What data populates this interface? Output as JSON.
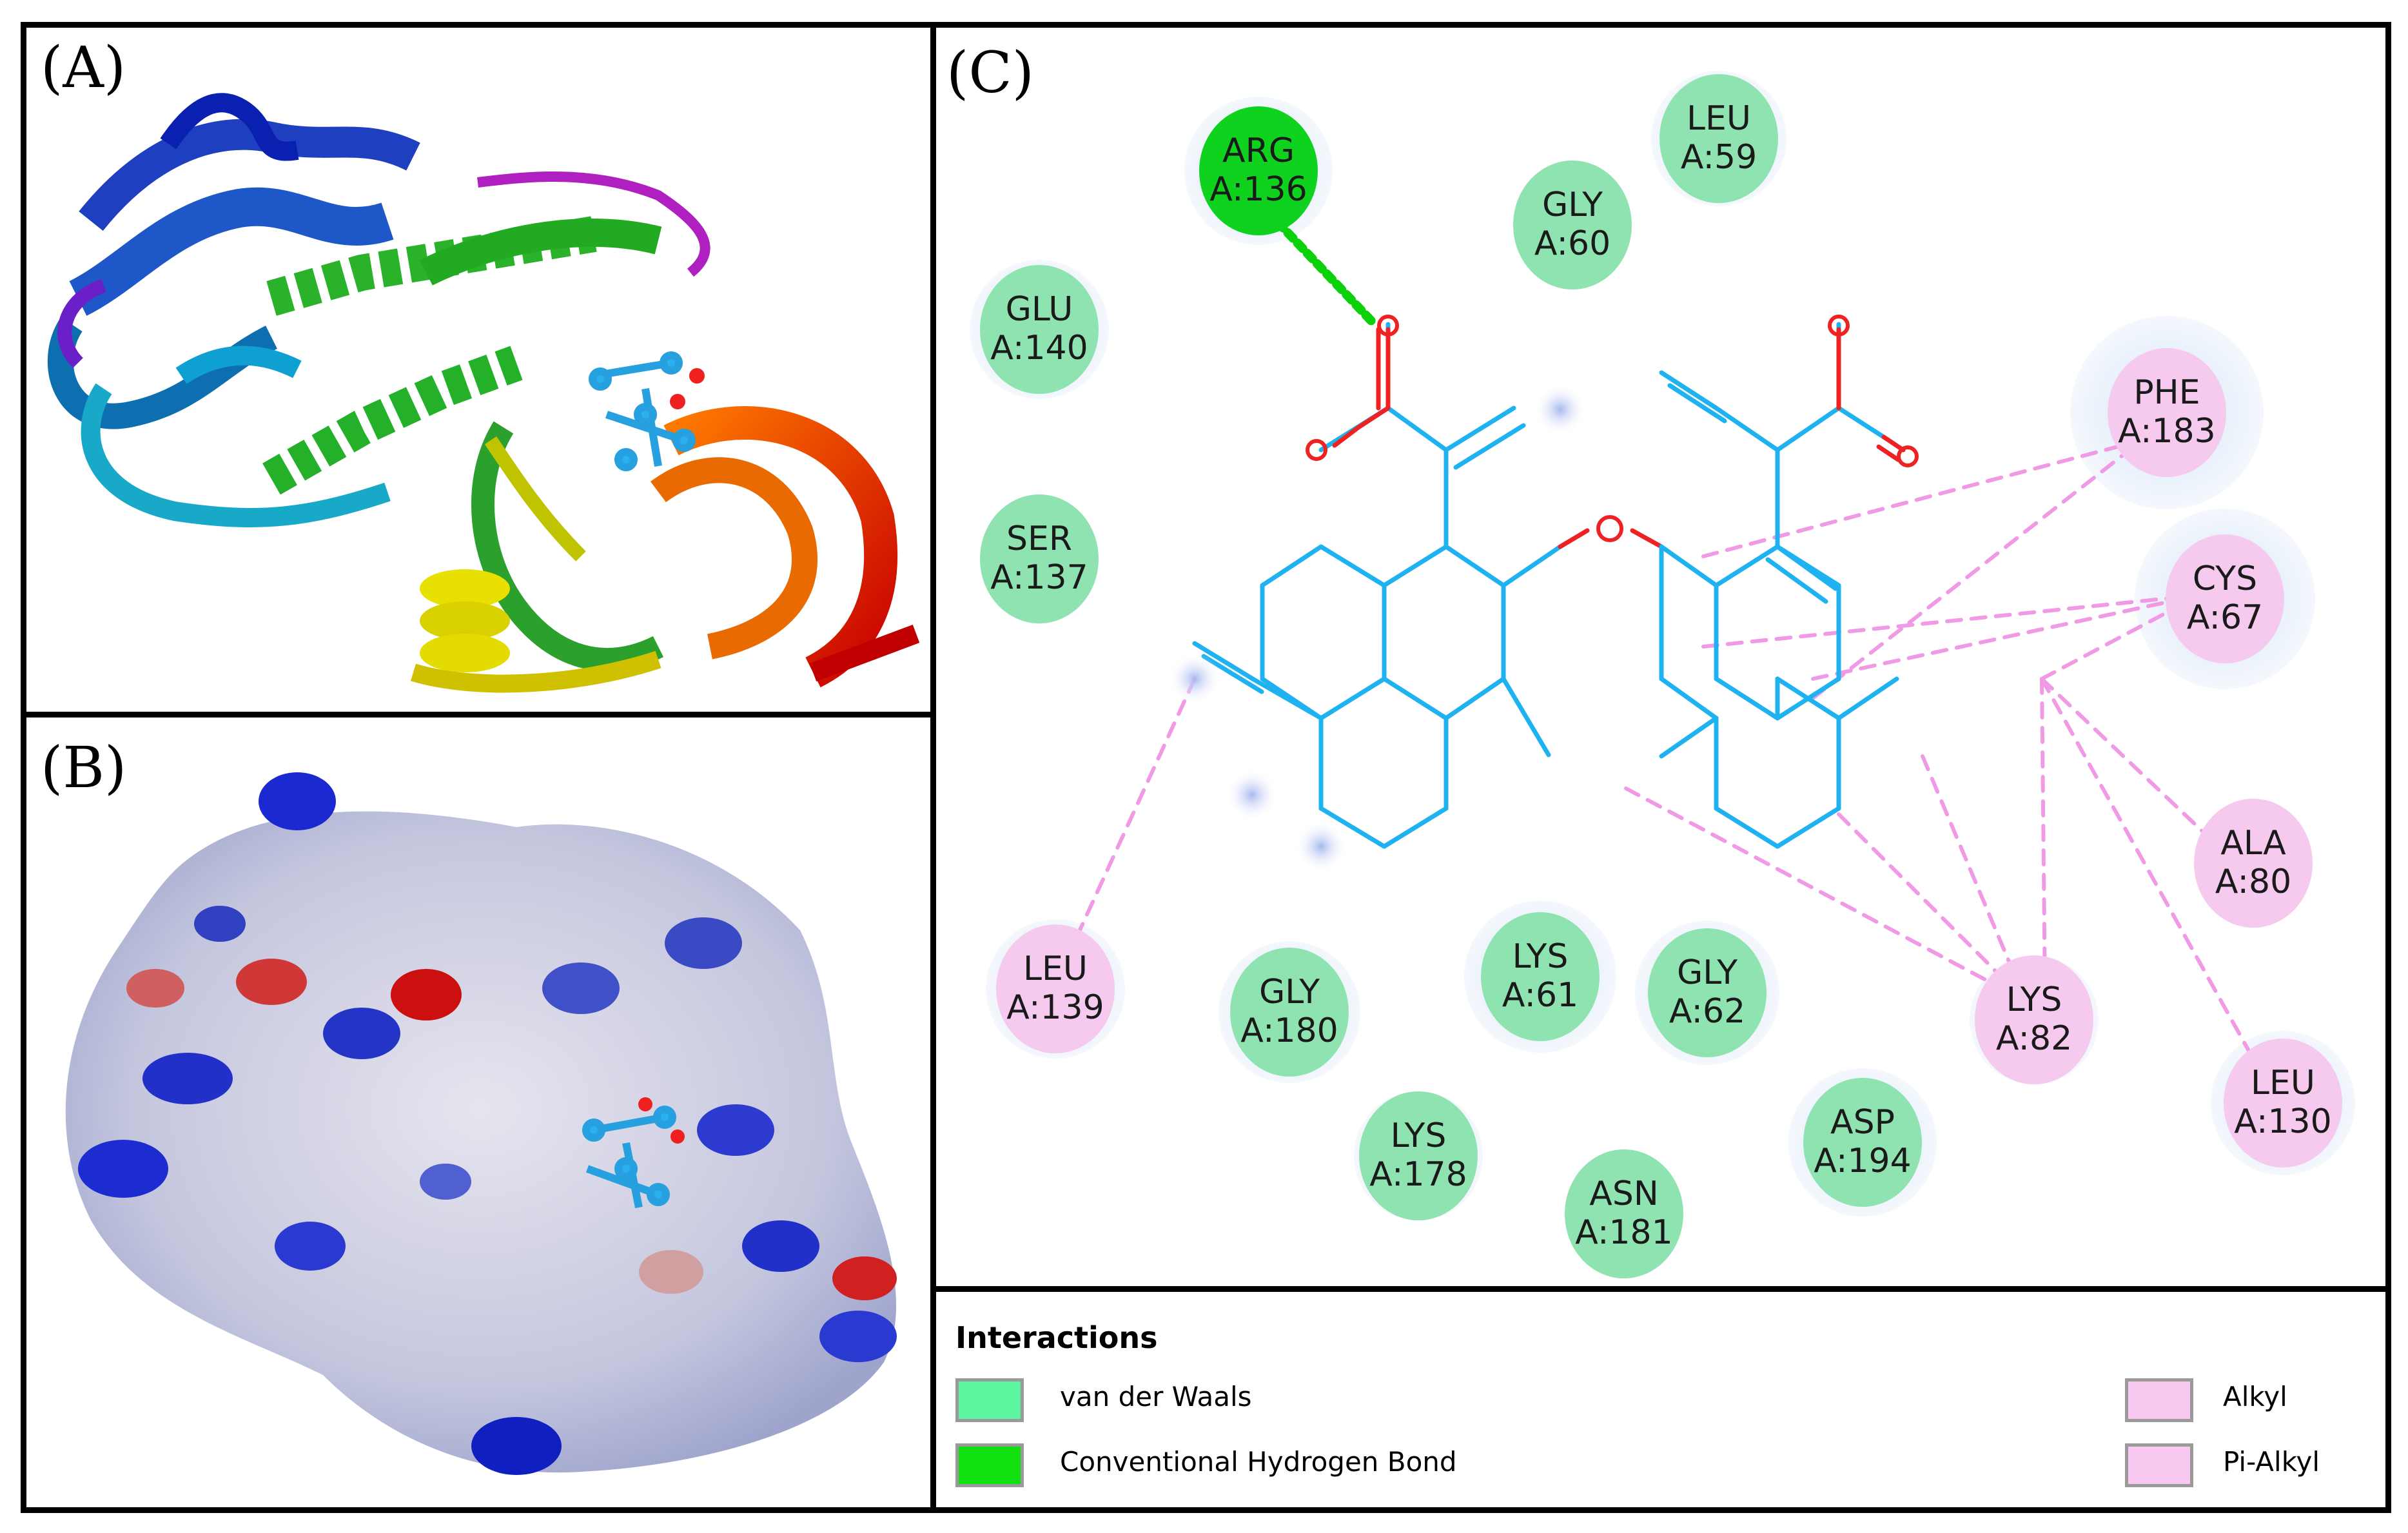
{
  "panels": {
    "a_label": "(A)",
    "b_label": "(B)",
    "c_label": "(C)"
  },
  "residues": [
    {
      "id": "arg136",
      "name": "ARG",
      "num": "A:136",
      "type": "hbond"
    },
    {
      "id": "leu59",
      "name": "LEU",
      "num": "A:59",
      "type": "vdw"
    },
    {
      "id": "gly60",
      "name": "GLY",
      "num": "A:60",
      "type": "vdw"
    },
    {
      "id": "glu140",
      "name": "GLU",
      "num": "A:140",
      "type": "vdw"
    },
    {
      "id": "ser137",
      "name": "SER",
      "num": "A:137",
      "type": "vdw"
    },
    {
      "id": "phe183",
      "name": "PHE",
      "num": "A:183",
      "type": "alkyl"
    },
    {
      "id": "cys67",
      "name": "CYS",
      "num": "A:67",
      "type": "alkyl"
    },
    {
      "id": "ala80",
      "name": "ALA",
      "num": "A:80",
      "type": "alkyl"
    },
    {
      "id": "leu139",
      "name": "LEU",
      "num": "A:139",
      "type": "alkyl"
    },
    {
      "id": "gly180",
      "name": "GLY",
      "num": "A:180",
      "type": "vdw"
    },
    {
      "id": "lys61",
      "name": "LYS",
      "num": "A:61",
      "type": "vdw"
    },
    {
      "id": "gly62",
      "name": "GLY",
      "num": "A:62",
      "type": "vdw"
    },
    {
      "id": "lys82",
      "name": "LYS",
      "num": "A:82",
      "type": "alkyl"
    },
    {
      "id": "leu130",
      "name": "LEU",
      "num": "A:130",
      "type": "alkyl"
    },
    {
      "id": "lys178",
      "name": "LYS",
      "num": "A:178",
      "type": "vdw"
    },
    {
      "id": "asp194",
      "name": "ASP",
      "num": "A:194",
      "type": "vdw"
    },
    {
      "id": "asn181",
      "name": "ASN",
      "num": "A:181",
      "type": "vdw"
    }
  ],
  "legend": {
    "title": "Interactions",
    "items": [
      {
        "label": "van der Waals",
        "color": "#5ef5a0"
      },
      {
        "label": "Conventional Hydrogen Bond",
        "color": "#10e010"
      },
      {
        "label": "Alkyl",
        "color": "#f8c8f0"
      },
      {
        "label": "Pi-Alkyl",
        "color": "#f8c8f0"
      }
    ]
  },
  "colors": {
    "vdw_fill": "#8ee3b0",
    "hbond_fill": "#0fd21f",
    "alkyl_fill": "#f6c9ef",
    "ligand": "#1fb2f0",
    "oxygen": "#ee2222",
    "hbond_line": "#0bd10b",
    "alkyl_line": "#f09ae6"
  }
}
